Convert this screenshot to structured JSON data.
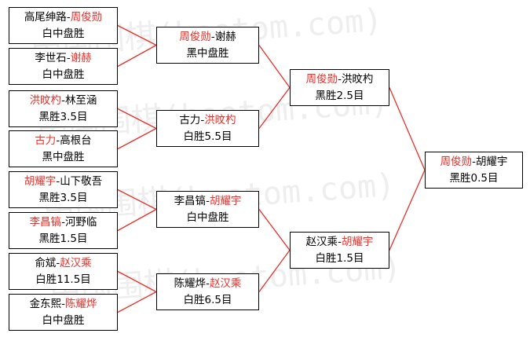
{
  "watermark": "中国围棋(hoetom.com)",
  "colors": {
    "line": "#e8302a",
    "winner": "#e8302a",
    "text": "#000000",
    "border": "#000000"
  },
  "round1": [
    {
      "p1": "高尾绅路",
      "p2": "周俊勋",
      "winner": 2,
      "result": "白中盘胜"
    },
    {
      "p1": "李世石",
      "p2": "谢赫",
      "winner": 2,
      "result": "白中盘胜"
    },
    {
      "p1": "洪旼杓",
      "p2": "林至涵",
      "winner": 1,
      "result": "黑胜3.5目"
    },
    {
      "p1": "古力",
      "p2": "高根台",
      "winner": 1,
      "result": "黑中盘胜"
    },
    {
      "p1": "胡耀宇",
      "p2": "山下敬吾",
      "winner": 1,
      "result": "黑胜3.5目"
    },
    {
      "p1": "李昌镐",
      "p2": "河野临",
      "winner": 1,
      "result": "黑胜1.5目"
    },
    {
      "p1": "俞斌",
      "p2": "赵汉乘",
      "winner": 2,
      "result": "白胜11.5目"
    },
    {
      "p1": "金东熙",
      "p2": "陈耀烨",
      "winner": 2,
      "result": "白中盘胜"
    }
  ],
  "round2": [
    {
      "p1": "周俊勋",
      "p2": "谢赫",
      "winner": 1,
      "result": "黑中盘胜"
    },
    {
      "p1": "古力",
      "p2": "洪旼杓",
      "winner": 2,
      "result": "白胜5.5目"
    },
    {
      "p1": "李昌镐",
      "p2": "胡耀宇",
      "winner": 2,
      "result": "白中盘胜"
    },
    {
      "p1": "陈耀烨",
      "p2": "赵汉乘",
      "winner": 2,
      "result": "白胜6.5目"
    }
  ],
  "round3": [
    {
      "p1": "周俊勋",
      "p2": "洪旼杓",
      "winner": 1,
      "result": "黑胜2.5目"
    },
    {
      "p1": "赵汉乘",
      "p2": "胡耀宇",
      "winner": 2,
      "result": "白胜1.5目"
    }
  ],
  "final": [
    {
      "p1": "周俊勋",
      "p2": "胡耀宇",
      "winner": 1,
      "result": "黑胜0.5目"
    }
  ]
}
